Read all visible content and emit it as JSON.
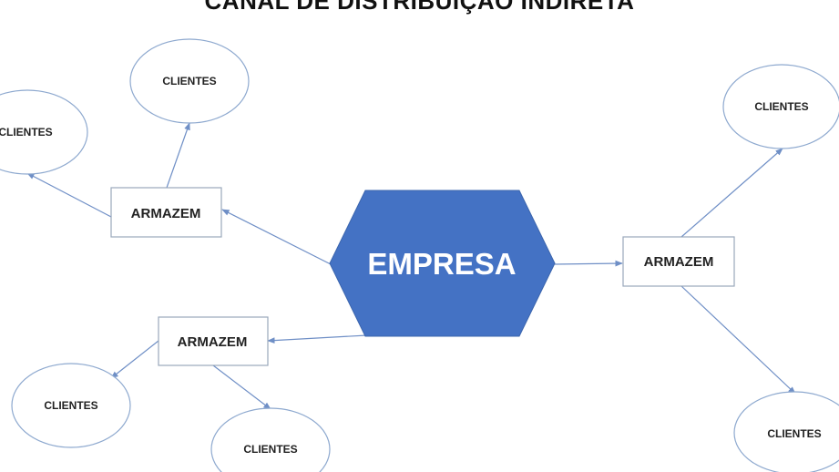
{
  "title": "CANAL DE DISTRIBUIÇÃO INDIRETA",
  "hub": {
    "label": "EMPRESA",
    "color": "#4472c4"
  },
  "warehouses": [
    {
      "label": "ARMAZEM"
    },
    {
      "label": "ARMAZEM"
    },
    {
      "label": "ARMAZEM"
    }
  ],
  "clients": [
    {
      "label": "CLIENTES"
    },
    {
      "label": "CLIENTES"
    },
    {
      "label": "CLIENTES"
    },
    {
      "label": "CLIENTES"
    },
    {
      "label": "CLIENTES"
    },
    {
      "label": "CLIENTES"
    }
  ],
  "edge_color": "#6f8fc6"
}
